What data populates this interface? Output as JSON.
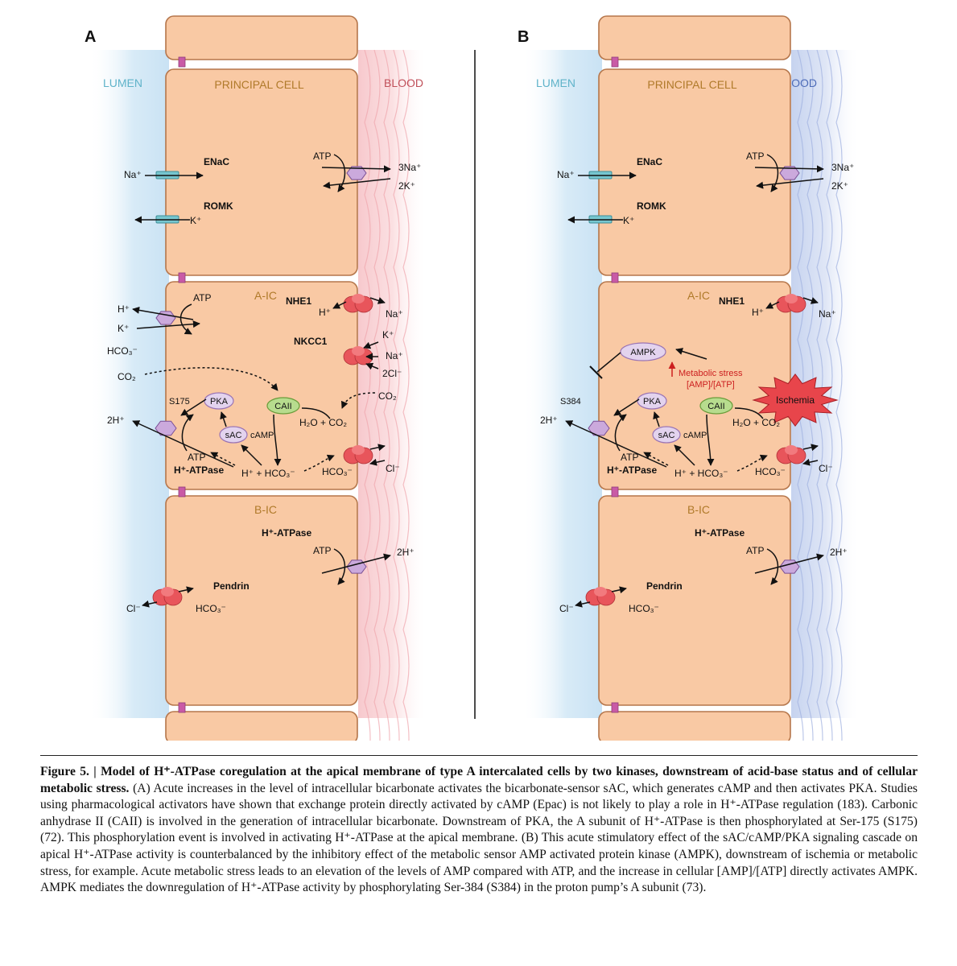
{
  "panels": [
    {
      "letter": "A",
      "lumen": "LUMEN",
      "blood": "BLOOD",
      "principal": {
        "title": "PRINCIPAL CELL",
        "enac": "ENaC",
        "romk": "ROMK",
        "na": "Na⁺",
        "k": "K⁺",
        "atp": "ATP",
        "na3": "3Na⁺",
        "k2": "2K⁺"
      },
      "aic": {
        "title": "A-IC",
        "atp_top": "ATP",
        "hplus": "H⁺",
        "kplus": "K⁺",
        "hco3": "HCO₃⁻",
        "co2": "CO₂",
        "nhe1": "NHE1",
        "nhe_h": "H⁺",
        "nhe_na": "Na⁺",
        "nkcc1": "NKCC1",
        "nkcc_k": "K⁺",
        "nkcc_na": "Na⁺",
        "nkcc_cl": "2Cl⁻",
        "co2_right": "CO₂",
        "site": "S175",
        "pka": "PKA",
        "sac": "sAC",
        "camp": "cAMP",
        "caii": "CAII",
        "h2o_co2": "H₂O + CO₂",
        "h_hco3": "H⁺ + HCO₃⁻",
        "h2": "2H⁺",
        "atp_pump": "ATP",
        "pump": "H⁺-ATPase",
        "hco3_right": "HCO₃⁻",
        "cl_right": "Cl⁻",
        "ampk": "",
        "stress": "",
        "stress_ratio": "",
        "ischemia": ""
      },
      "bic": {
        "title": "B-IC",
        "pump": "H⁺-ATPase",
        "atp": "ATP",
        "h2": "2H⁺",
        "pendrin": "Pendrin",
        "cl": "Cl⁻",
        "hco3": "HCO₃⁻"
      }
    },
    {
      "letter": "B",
      "lumen": "LUMEN",
      "blood": "BLOOD",
      "principal": {
        "title": "PRINCIPAL CELL",
        "enac": "ENaC",
        "romk": "ROMK",
        "na": "Na⁺",
        "k": "K⁺",
        "atp": "ATP",
        "na3": "3Na⁺",
        "k2": "2K⁺"
      },
      "aic": {
        "title": "A-IC",
        "atp_top": "",
        "hplus": "",
        "kplus": "",
        "hco3": "",
        "co2": "",
        "nhe1": "NHE1",
        "nhe_h": "H⁺",
        "nhe_na": "Na⁺",
        "nkcc1": "",
        "nkcc_k": "",
        "nkcc_na": "",
        "nkcc_cl": "",
        "co2_right": "",
        "site": "S384",
        "pka": "PKA",
        "sac": "sAC",
        "camp": "cAMP",
        "caii": "CAII",
        "h2o_co2": "H₂O + CO₂",
        "h_hco3": "H⁺ + HCO₃⁻",
        "h2": "2H⁺",
        "atp_pump": "ATP",
        "pump": "H⁺-ATPase",
        "hco3_right": "HCO₃⁻",
        "cl_right": "Cl⁻",
        "ampk": "AMPK",
        "stress": "Metabolic stress",
        "stress_ratio": "[AMP]/[ATP]",
        "ischemia": "Ischemia"
      },
      "bic": {
        "title": "B-IC",
        "pump": "H⁺-ATPase",
        "atp": "ATP",
        "h2": "2H⁺",
        "pendrin": "Pendrin",
        "cl": "Cl⁻",
        "hco3": "HCO₃⁻"
      }
    }
  ],
  "colors": {
    "cell_fill": "#f9c9a4",
    "cell_border": "#b5764b",
    "label_orange": "#b07a2a",
    "lumen_text": "#5fb3c9",
    "blood_text_a": "#c0505a",
    "blood_text_b": "#4e6cb8",
    "pump_purple": "#cba9dc",
    "exchanger_red": "#e8555b",
    "channel_teal": "#77c6cf",
    "caii_green": "#b7dc8e",
    "stress_red": "#cc1f1f"
  },
  "caption": {
    "title": "Figure 5. | Model of H⁺-ATPase coregulation at the apical membrane of type A intercalated cells by two kinases, downstream of acid-base status and of cellular metabolic stress.",
    "body": "(A) Acute increases in the level of intracellular bicarbonate activates the bicarbonate-sensor sAC, which generates cAMP and then activates PKA. Studies using pharmacological activators have shown that exchange protein directly activated by cAMP (Epac) is not likely to play a role in H⁺-ATPase regulation (183). Carbonic anhydrase II (CAII) is involved in the generation of intracellular bicarbonate. Downstream of PKA, the A subunit of H⁺-ATPase is then phosphorylated at Ser-175 (S175) (72). This phosphorylation event is involved in activating H⁺-ATPase at the apical membrane. (B) This acute stimulatory effect of the sAC/cAMP/PKA signaling cascade on apical H⁺-ATPase activity is counterbalanced by the inhibitory effect of the metabolic sensor AMP activated protein kinase (AMPK), downstream of ischemia or metabolic stress, for example. Acute metabolic stress leads to an elevation of the levels of AMP compared with ATP, and the increase in cellular [AMP]/[ATP] directly activates AMPK. AMPK mediates the downregulation of H⁺-ATPase activity by phosphorylating Ser-384 (S384) in the proton pump’s A subunit (73)."
  }
}
